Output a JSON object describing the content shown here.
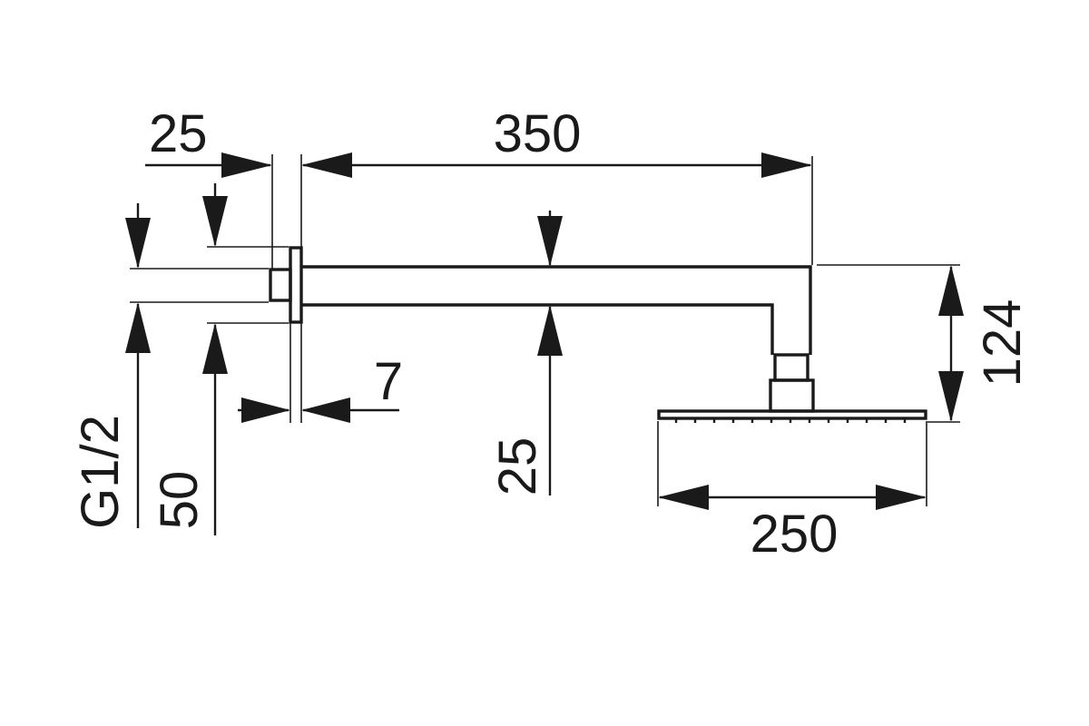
{
  "diagram": {
    "dimensions": {
      "flange_depth": "25",
      "arm_length": "350",
      "flange_thickness": "7",
      "thread": "G1/2",
      "flange_height": "50",
      "arm_section": "25",
      "head_drop": "124",
      "head_width": "250"
    },
    "colors": {
      "line": "#1a1a1a",
      "background": "#ffffff"
    }
  }
}
